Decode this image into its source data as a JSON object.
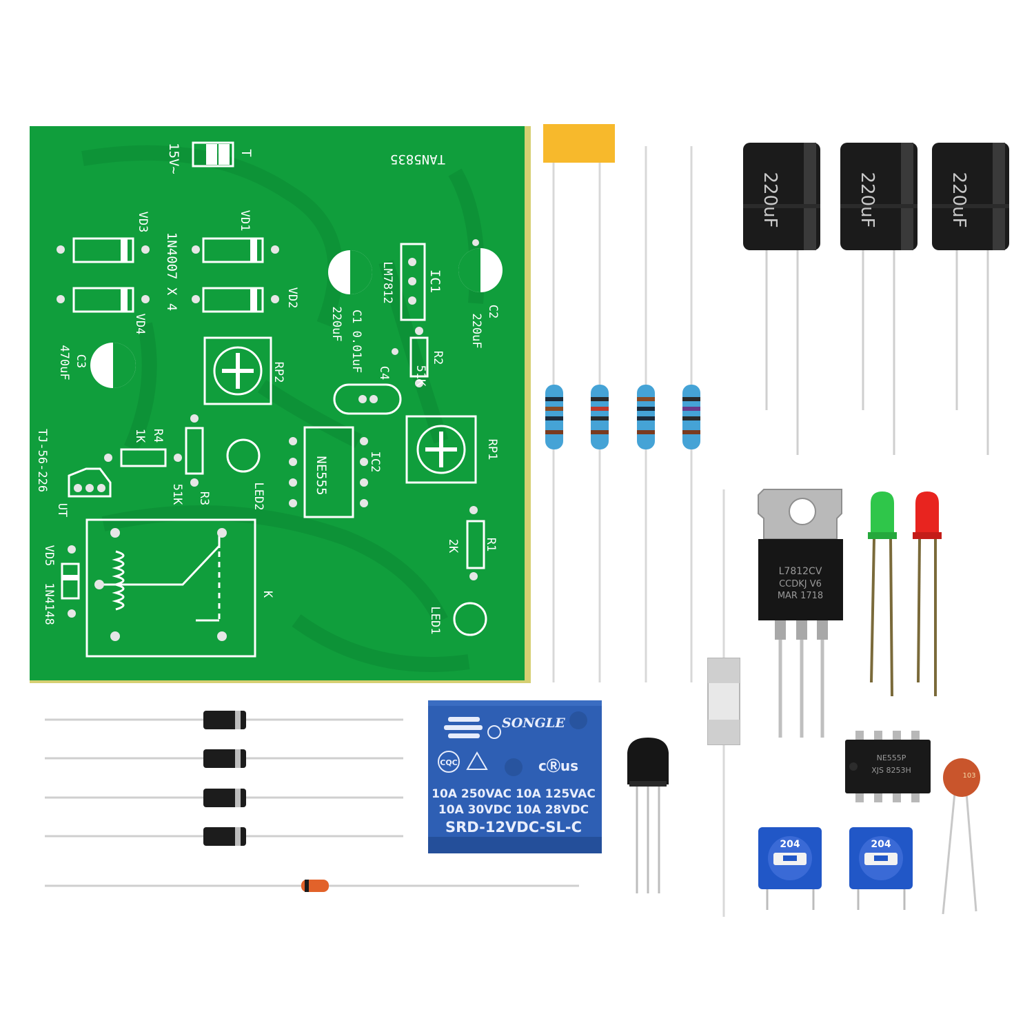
{
  "pcb": {
    "model": "TAN5835",
    "voltage": "15V~",
    "terminal": "T",
    "diode_spec": "1N4007 X 4",
    "vd1": "VD1",
    "vd2": "VD2",
    "vd3": "VD3",
    "vd4": "VD4",
    "ic1": "IC1",
    "ic1_part": "LM7812",
    "c1": "C1 0.01uF",
    "c1_value": "220uF",
    "c2": "C2",
    "c2_value": "220uF",
    "c3": "C3",
    "c3_value": "470uF",
    "c4": "C4",
    "r1": "R1",
    "r1_value": "2K",
    "r2": "R2",
    "r2_value": "51K",
    "r3": "R3",
    "r3_value": "51K",
    "r4": "R4",
    "r4_value": "1K",
    "rp1": "RP1",
    "rp2": "RP2",
    "ic2": "IC2",
    "ic2_part": "NE555",
    "led1": "LED1",
    "led2": "LED2",
    "ut": "UT",
    "vd5": "VD5",
    "vd5_part": "1N4148",
    "relay_k": "K",
    "board_code": "TJ-56-226"
  },
  "relay": {
    "brand": "SONGLE",
    "cert": "CQC",
    "ul": "cⓇus",
    "rating1": "10A 250VAC  10A 125VAC",
    "rating2": "10A  30VDC  10A  28VDC",
    "model": "SRD-12VDC-SL-C"
  },
  "regulator": {
    "line1": "L7812CV",
    "line2": "CCDKJ V6",
    "line3": "MAR 1718"
  },
  "capacitor_label": "220uF",
  "chip_label": "NE555P",
  "chip_label2": "XJS 8253H",
  "trimmer_label": "204",
  "ceramic_label": "103",
  "colors": {
    "pcb": "#0f9e3c",
    "pcb_edge": "#d9d36a",
    "silk": "#ffffff",
    "relay": "#2d5fb4",
    "led_green": "#27c13f",
    "led_red": "#e8231f",
    "capacitor": "#1a1a1a",
    "resistor": "#3f9bd1",
    "trimmer": "#2159c9",
    "ceramic": "#c5502a",
    "yellow_tape": "#f8b92a"
  }
}
